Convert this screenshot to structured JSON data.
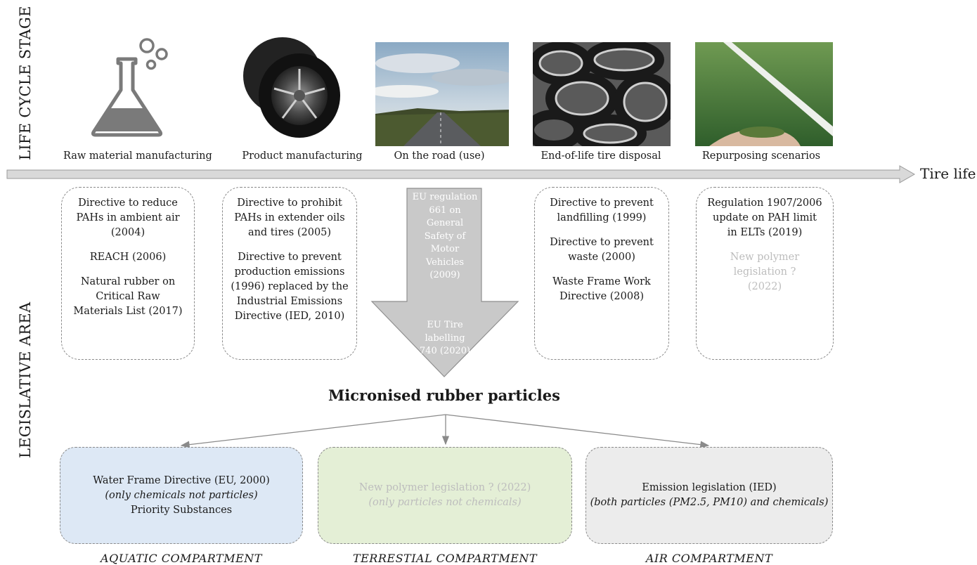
{
  "axes": {
    "left_top": "LIFE CYCLE STAGE",
    "left_bottom": "LEGISLATIVE AREA",
    "timeline_end": "Tire life"
  },
  "stages": [
    {
      "label": "Raw material manufacturing",
      "icon": "flask-icon"
    },
    {
      "label": "Product manufacturing",
      "icon": "tire-photo"
    },
    {
      "label": "On the road (use)",
      "icon": "road-photo"
    },
    {
      "label": "End-of-life tire disposal",
      "icon": "tire-pile-photo"
    },
    {
      "label": "Repurposing scenarios",
      "icon": "artificial-turf-photo"
    }
  ],
  "legislation": {
    "raw_material": [
      "Directive to reduce PAHs in ambient air (2004)",
      "REACH (2006)",
      "Natural rubber on Critical Raw Materials List (2017)"
    ],
    "product_manufacturing": [
      "Directive to prohibit PAHs in extender oils and tires (2005)",
      "Directive to prevent production emissions (1996) replaced by the Industrial Emissions Directive (IED, 2010)"
    ],
    "on_the_road": [
      "EU regulation 661 on General Safety of Motor Vehicles (2009)",
      "EU Tire labelling 740 (2020)"
    ],
    "end_of_life": [
      "Directive to prevent landfilling (1999)",
      "Directive to prevent waste (2000)",
      "Waste Frame Work Directive (2008)"
    ],
    "repurposing": [
      "Regulation 1907/2006 update on PAH limit in ELTs (2019)",
      "New polymer legislation ? (2022)"
    ]
  },
  "center_title": "Micronised rubber particles",
  "compartments": [
    {
      "label": "AQUATIC COMPARTMENT",
      "line1": "Water Frame Directive (EU, 2000)",
      "line2": "(only chemicals not particles)",
      "line3": "Priority Substances",
      "color": "#dde8f5"
    },
    {
      "label": "TERRESTIAL COMPARTMENT",
      "line1": "New polymer legislation ? (2022)",
      "line2": "(only particles not chemicals)",
      "color": "#e4efd6"
    },
    {
      "label": "AIR COMPARTMENT",
      "line1": "Emission legislation (IED)",
      "line2": "(both particles (PM2.5, PM10) and chemicals)",
      "color": "#ececec"
    }
  ],
  "colors": {
    "arrow_grey": "#c9c9c9",
    "box_border": "#8a8a8a",
    "faded_text": "#bdbdbd"
  }
}
